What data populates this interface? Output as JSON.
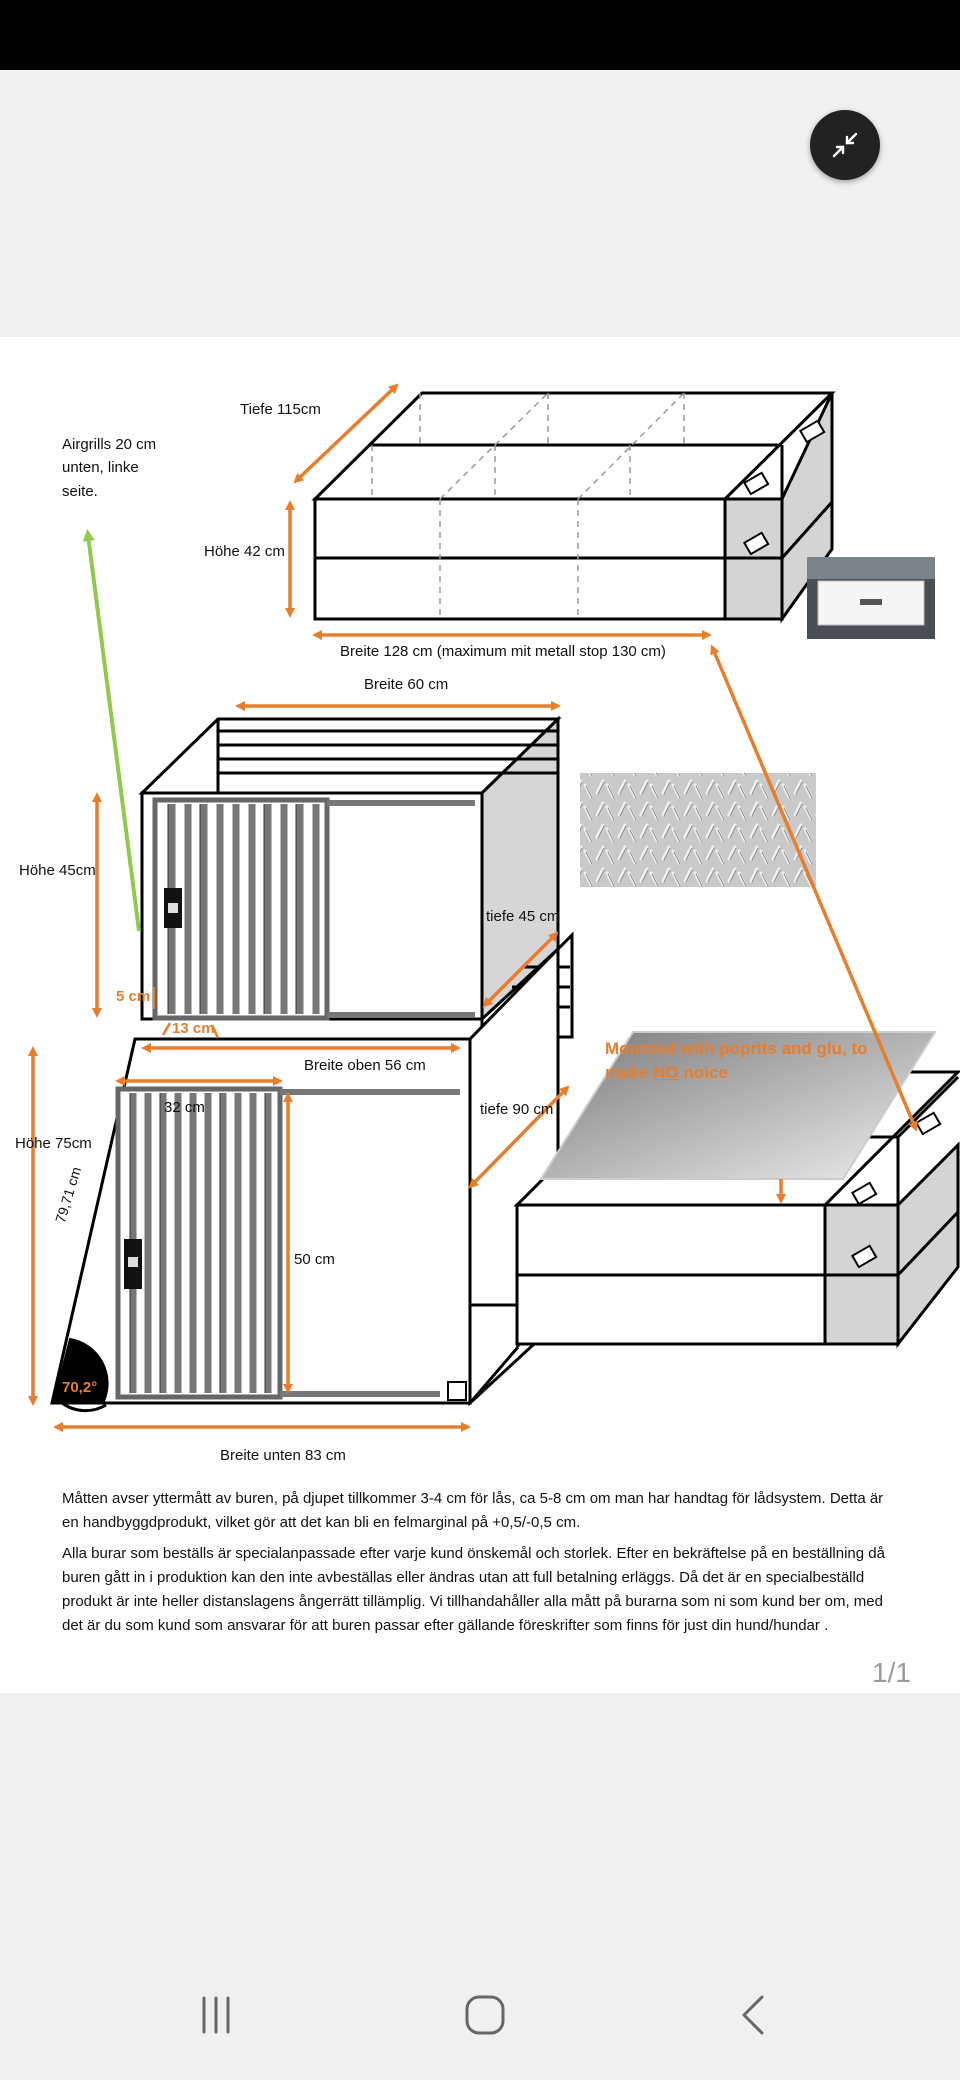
{
  "viewer": {
    "collapse_icon": "collapse-arrows-icon",
    "page_counter": "1/1"
  },
  "diagram": {
    "tiefe_115": "Tiefe  115cm",
    "airgrills": "Airgrills 20 cm unten, linke seite.",
    "hoehe_42": "Höhe 42 cm",
    "breite_128": "Breite 128 cm (maximum mit metall stop 130 cm)",
    "breite_60": "Breite 60 cm",
    "hoehe_45": "Höhe 45cm",
    "tiefe_45": "tiefe 45 cm",
    "five_cm": "5 cm",
    "thirteen_cm": "13 cm",
    "breite_oben_56": "Breite oben 56 cm",
    "tiefe_90": "tiefe 90 cm",
    "thirtytwo_cm": "32 cm",
    "hoehe_75": "Höhe 75cm",
    "diag_7971": "79,71 cm",
    "fifty_cm": "50 cm",
    "angle": "70,2°",
    "breite_unten_83": "Breite unten 83 cm",
    "notice_part1": "Mounted with poprits and glu, to make ",
    "notice_underlined": "NO",
    "notice_part2": " noice"
  },
  "text": {
    "paragraph1": "Måtten avser yttermått av buren, på djupet tillkommer 3-4 cm för lås, ca 5-8 cm om man har handtag för lådsystem. Detta är en handbyggdprodukt, vilket gör att det kan bli en felmarginal på +0,5/-0,5 cm.",
    "paragraph2": "Alla burar som beställs är specialanpassade efter varje kund önskemål och storlek. Efter en bekräftelse på en beställning då buren gått in i produktion kan den inte avbeställas eller ändras utan att full betalning erläggs. Då det är en specialbeställd produkt är inte heller distanslagens ångerrätt tillämplig. Vi tillhandahåller alla mått på burarna som ni som kund ber om, med det är du som kund som ansvarar för att buren passar efter gällande föreskrifter som finns för just din hund/hundar ."
  },
  "navbar": {
    "recents_icon": "recent-apps-icon",
    "home_icon": "home-icon",
    "back_icon": "back-icon"
  },
  "colors": {
    "accent": "#e87d2b",
    "green_arrow": "#8fca4a",
    "page_bg": "#ffffff",
    "viewer_bg": "#f0f0f0"
  }
}
